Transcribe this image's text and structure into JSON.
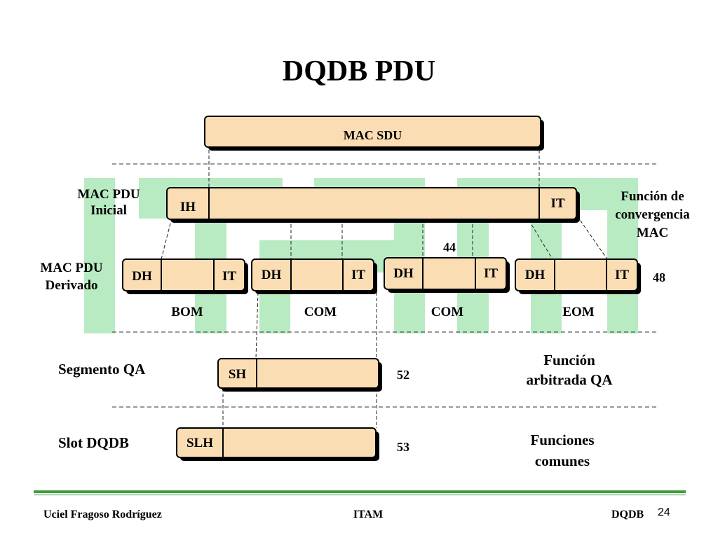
{
  "title": "DQDB PDU",
  "colors": {
    "box_fill": "#FBDDB4",
    "watermark": "#B9EBC3",
    "rule_green": "#3E9B3E",
    "outline": "#000000"
  },
  "boxes": {
    "mac_sdu": "MAC SDU",
    "ih": "IH",
    "it": "IT",
    "dh": "DH",
    "sh": "SH",
    "slh": "SLH"
  },
  "labels": {
    "mac_pdu_inicial": [
      "MAC PDU",
      "Inicial"
    ],
    "mac_pdu_derivado": [
      "MAC PDU",
      "Derivado"
    ],
    "funcion_convergencia": [
      "Función de",
      "convergencia",
      "MAC"
    ],
    "segmento_qa": "Segmento QA",
    "funcion_arbitrada": [
      "Función",
      "arbitrada QA"
    ],
    "slot_dqdb": "Slot DQDB",
    "funciones_comunes": [
      "Funciones",
      "comunes"
    ],
    "segment_types": [
      "BOM",
      "COM",
      "COM",
      "EOM"
    ],
    "n44": "44",
    "n48": "48",
    "n52": "52",
    "n53": "53"
  },
  "footer": {
    "author": "Uciel Fragoso Rodríguez",
    "institution": "ITAM",
    "topic": "DQDB",
    "page": "24"
  }
}
